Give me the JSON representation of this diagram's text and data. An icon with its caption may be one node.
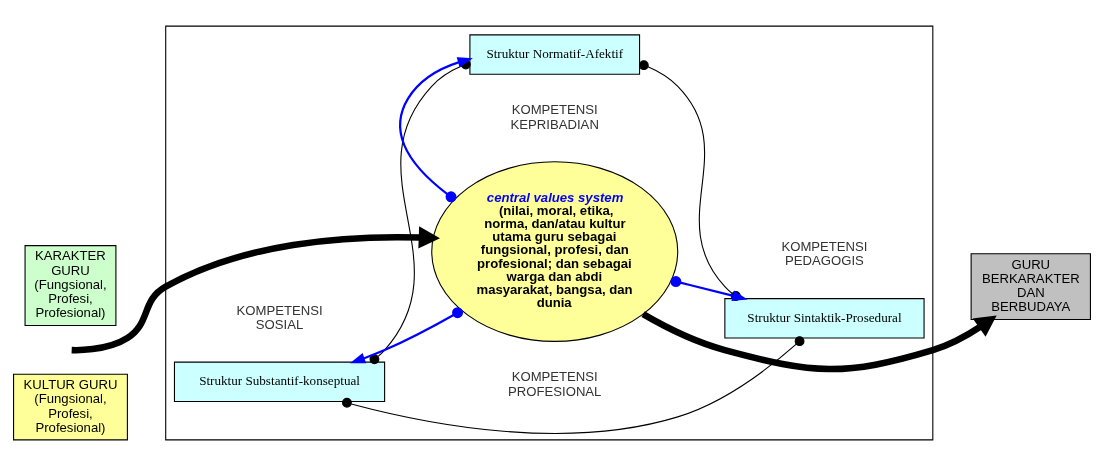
{
  "diagram": {
    "nodes": [
      {
        "text": [],
        "shape": "box"
      },
      {
        "text": [
          "Struktur Normatif-Afektif"
        ],
        "in": 0
      },
      {
        "text": [
          "central values system",
          "(nilai, moral, etika, norma, dan/atau kultur utama guru sebagai fungsional, profesi, dan profesional; dan sebagai warga dan abdi masyarakat, bangsa, dan dunia"
        ],
        "in": 0
      },
      {
        "text": [
          "Struktur Substantif-konseptual"
        ],
        "in": 0
      },
      {
        "text": [
          "Struktur Sintaktik-Prosedural"
        ],
        "in": 0
      },
      {
        "text": [
          "KARAKTER GURU (Fungsional, Profesi, Profesional)"
        ]
      },
      {
        "text": [
          "KULTUR GURU (Fungsional, Profesi, Profesional)"
        ]
      },
      {
        "text": [
          "GURU BERKARAKTER DAN BERBUDAYA"
        ]
      }
    ],
    "edges": [
      {
        "from": null,
        "to": 2,
        "arrow": "to",
        "style": "thick"
      },
      {
        "from": 2,
        "to": 7,
        "arrow": "to",
        "style": "thick"
      },
      {
        "from": 2,
        "to": 1,
        "arrow": "to",
        "color": "#0000ff"
      },
      {
        "from": 2,
        "to": 3,
        "arrow": "to",
        "color": "#0000ff"
      },
      {
        "from": 2,
        "to": 4,
        "arrow": "to",
        "color": "#0000ff"
      },
      {
        "from": 1,
        "to": 3,
        "arrow": "other"
      },
      {
        "from": 1,
        "to": 4,
        "arrow": "other"
      },
      {
        "from": 3,
        "to": 4,
        "arrow": "other"
      }
    ],
    "labels": [
      "KOMPETENSI KEPRIBADIAN",
      "KOMPETENSI SOSIAL",
      "KOMPETENSI PEDAGOGIS",
      "KOMPETENSI PROFESIONAL"
    ]
  }
}
